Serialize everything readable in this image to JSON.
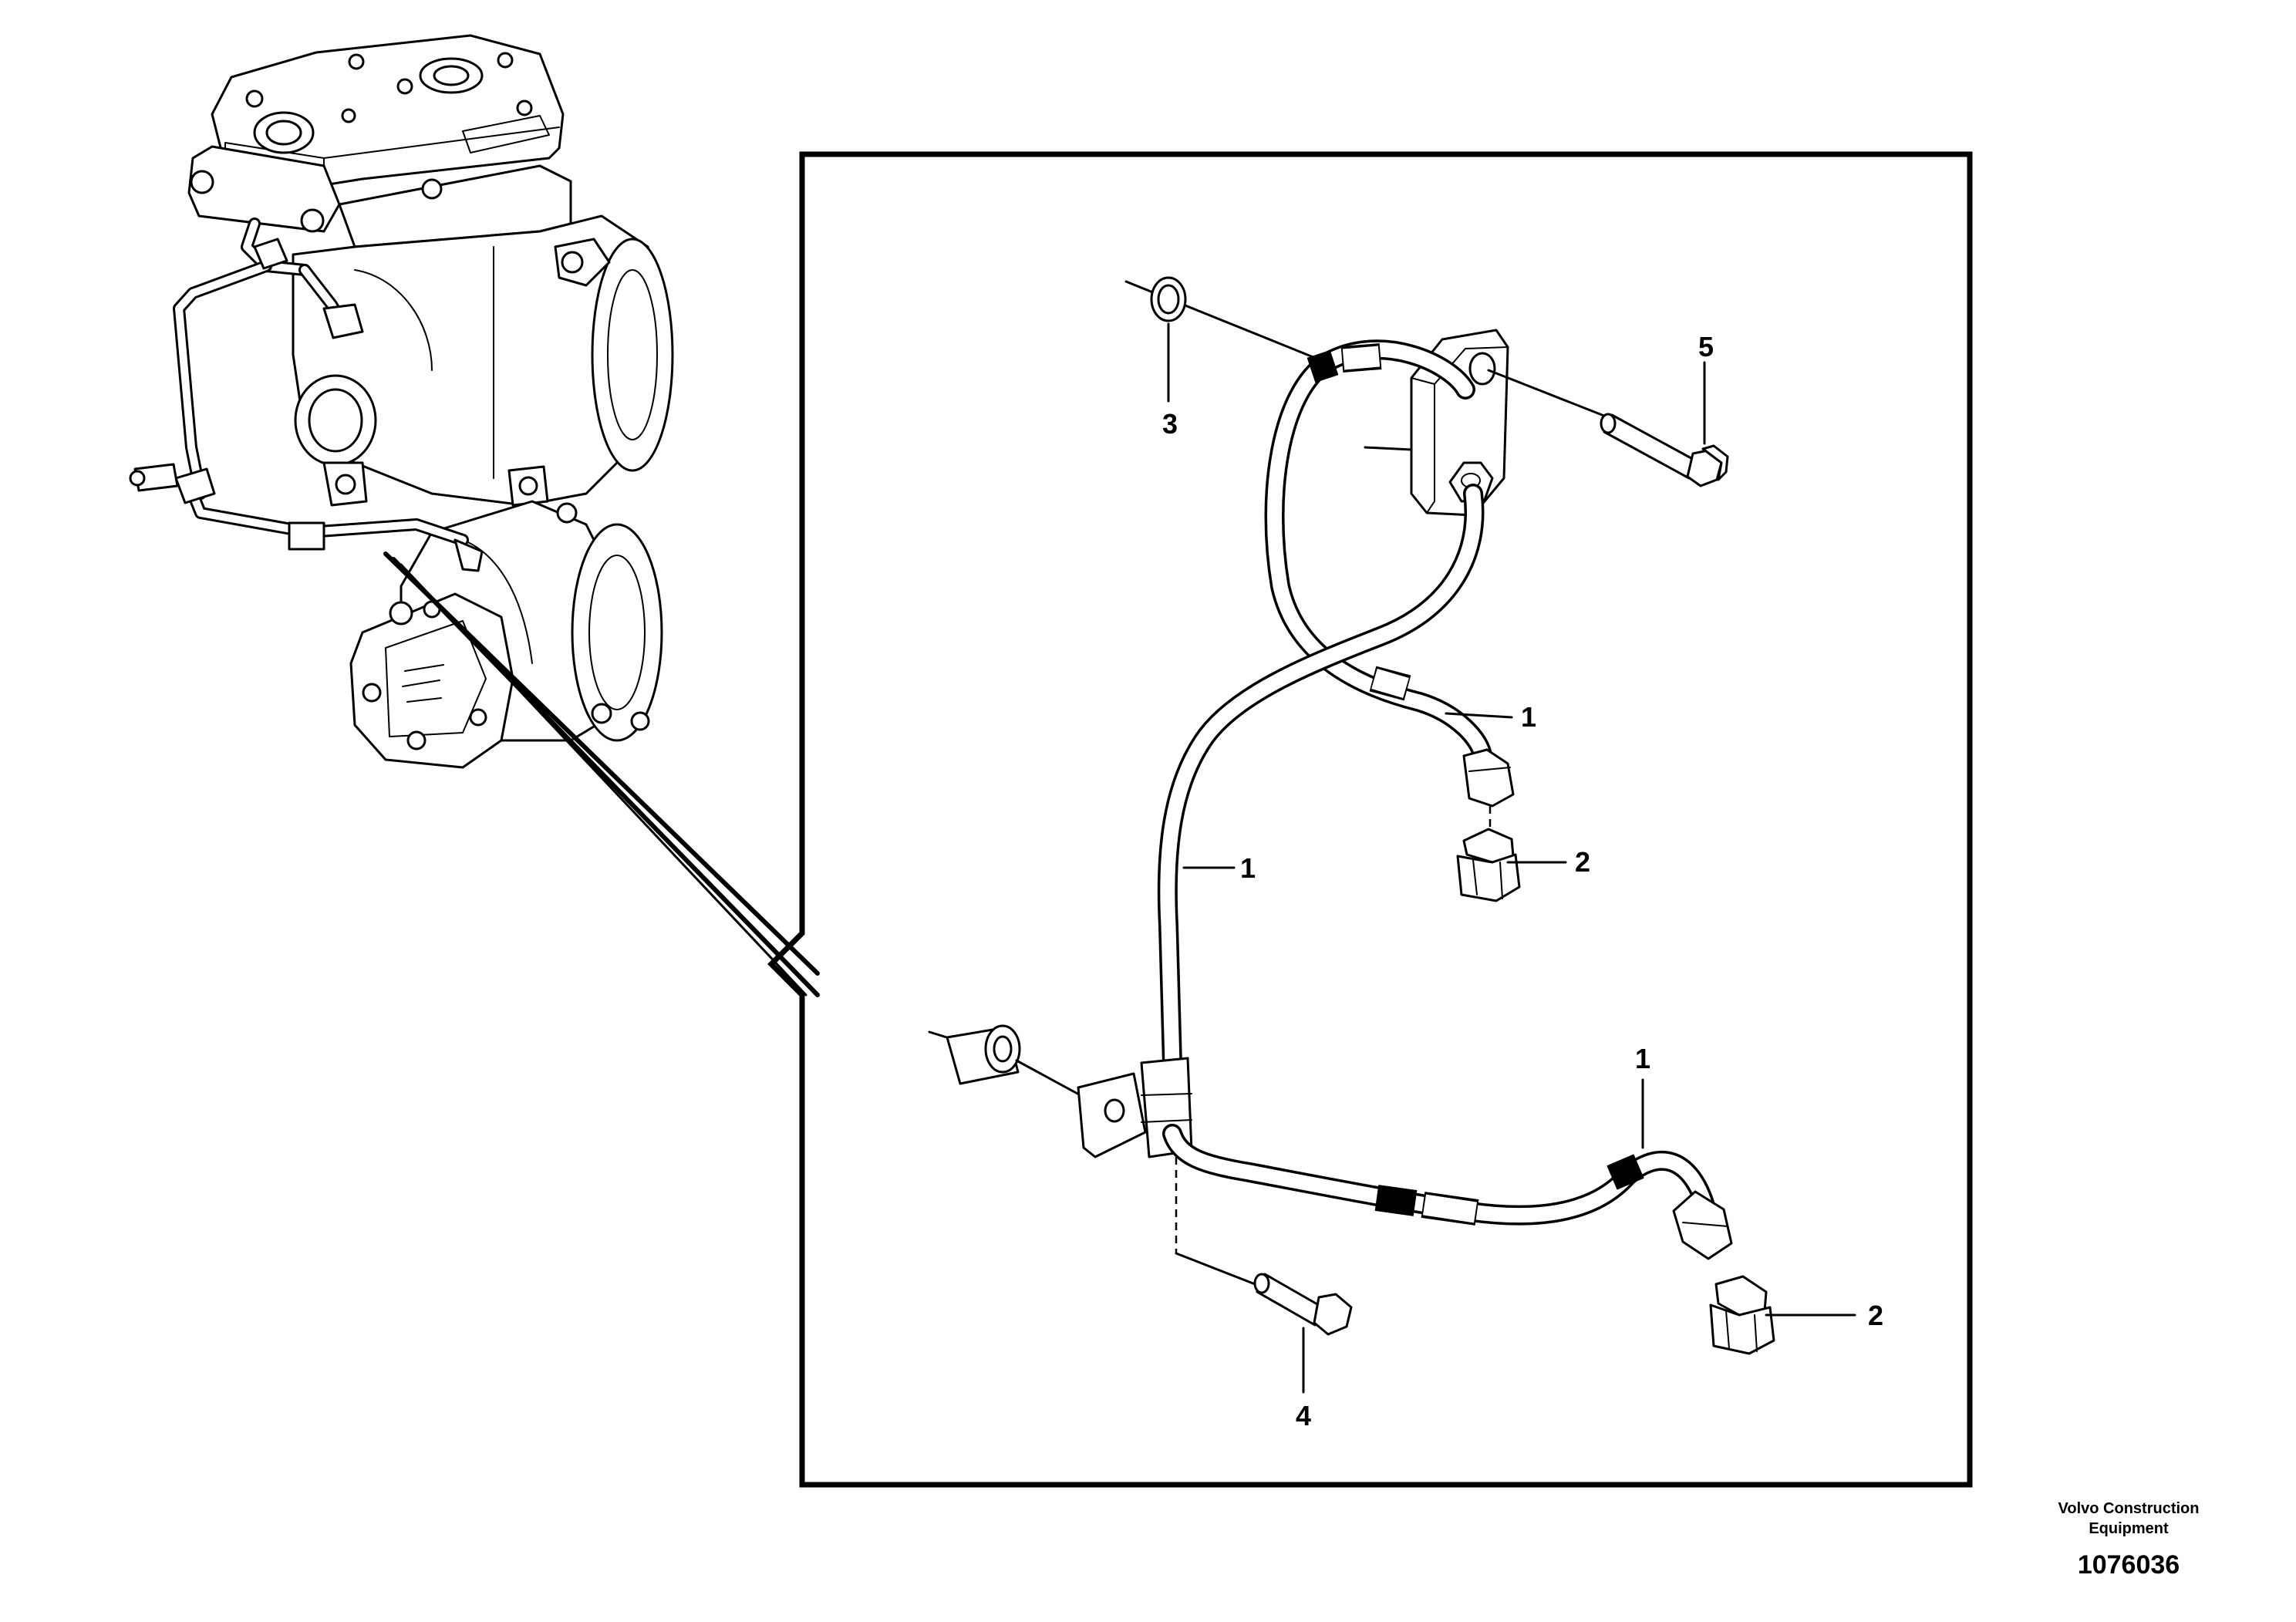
{
  "callouts": [
    {
      "id": "c3",
      "text": "3"
    },
    {
      "id": "c5",
      "text": "5"
    },
    {
      "id": "c1a",
      "text": "1"
    },
    {
      "id": "c1b",
      "text": "1"
    },
    {
      "id": "c2a",
      "text": "2"
    },
    {
      "id": "c1c",
      "text": "1"
    },
    {
      "id": "c2b",
      "text": "2"
    },
    {
      "id": "c4",
      "text": "4"
    }
  ],
  "footer": {
    "manufacturer_line1": "Volvo Construction",
    "manufacturer_line2": "Equipment",
    "drawing_number": "1076036"
  }
}
